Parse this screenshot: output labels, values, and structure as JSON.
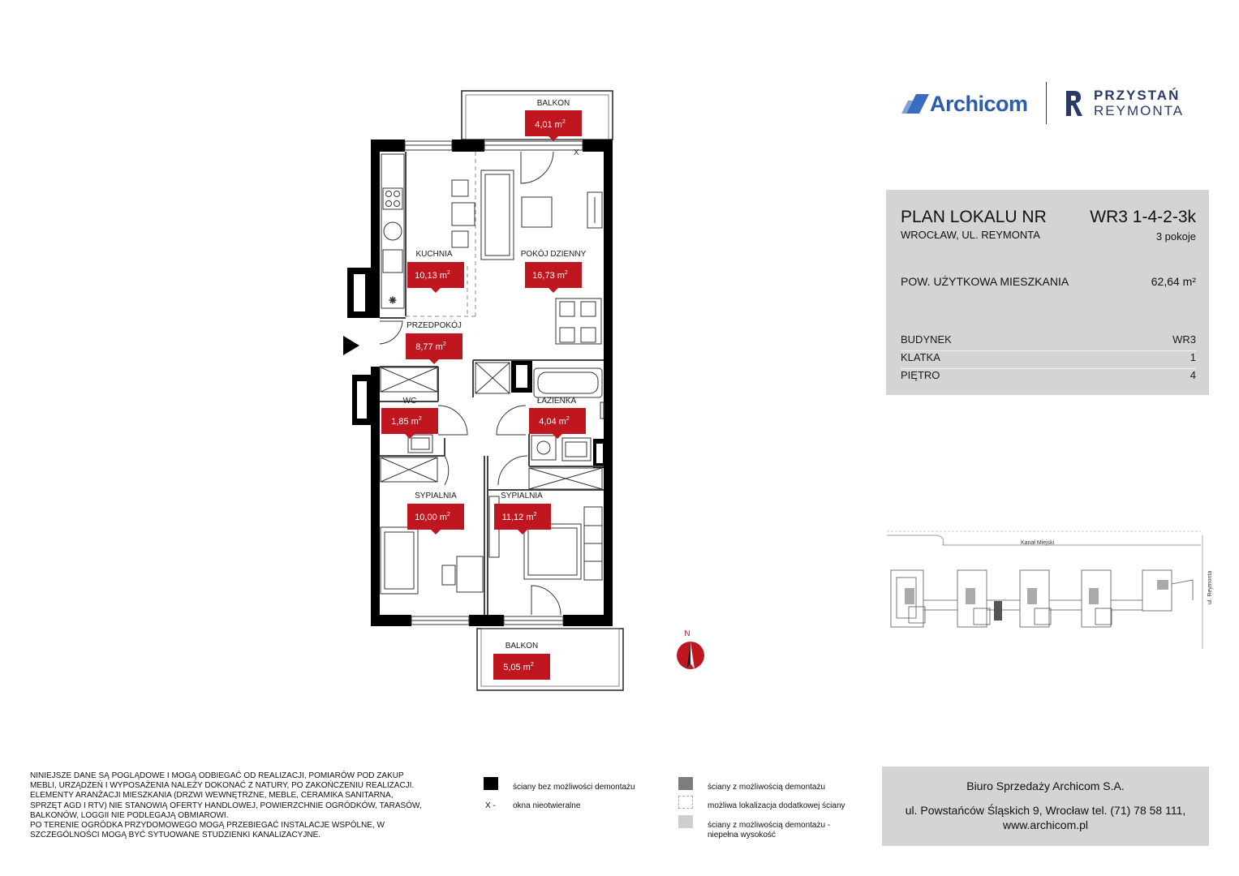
{
  "brand": {
    "company": "Archicom",
    "project_line1": "PRZYSTAŃ",
    "project_line2": "REYMONTA"
  },
  "plan": {
    "title": "PLAN LOKALU NR",
    "unit_no": "WR3 1-4-2-3k",
    "address": "WROCŁAW, UL. REYMONTA",
    "rooms_count": "3 pokoje",
    "usable_area_label": "POW. UŻYTKOWA MIESZKANIA",
    "usable_area_value": "62,64 m²",
    "building_label": "BUDYNEK",
    "building_value": "WR3",
    "stair_label": "KLATKA",
    "stair_value": "1",
    "floor_label": "PIĘTRO",
    "floor_value": "4"
  },
  "rooms": [
    {
      "name": "BALKON",
      "area": "4,01 m",
      "sup": "2"
    },
    {
      "name": "KUCHNIA",
      "area": "10,13 m",
      "sup": "2"
    },
    {
      "name": "POKÓJ DZIENNY",
      "area": "16,73 m",
      "sup": "2"
    },
    {
      "name": "PRZEDPOKÓJ",
      "area": "8,77 m",
      "sup": "2"
    },
    {
      "name": "WC",
      "area": "1,85 m",
      "sup": "2"
    },
    {
      "name": "ŁAZIENKA",
      "area": "4,04 m",
      "sup": "2"
    },
    {
      "name": "SYPIALNIA",
      "area": "10,00 m",
      "sup": "2"
    },
    {
      "name": "SYPIALNIA",
      "area": "11,12 m",
      "sup": "2"
    },
    {
      "name": "BALKON",
      "area": "5,05 m",
      "sup": "2"
    }
  ],
  "window_mark": "X",
  "compass": "N",
  "site_map": {
    "canal": "Kanał Miejski",
    "street": "ul. Reymonta"
  },
  "disclaimer": [
    "NINIEJSZE DANE SĄ POGLĄDOWE I MOGĄ ODBIEGAĆ OD REALIZACJI, POMIARÓW POD ZAKUP",
    "MEBLI, URZĄDZEŃ I WYPOSAŻENIA NALEŻY DOKONAĆ Z NATURY, PO ZAKOŃCZENIU REALIZACJI.",
    "ELEMENTY ARANŻACJI MIESZKANIA (DRZWI WEWNĘTRZNE, MEBLE, CERAMIKA SANITARNA,",
    "SPRZĘT AGD I RTV) NIE STANOWIĄ OFERTY HANDLOWEJ, POWIERZCHNIE OGRÓDKÓW, TARASÓW,",
    "BALKONÓW, LOGGII NIE PODLEGAJĄ OBMIAROWI.",
    "PO TERENIE OGRÓDKA PRZYDOMOWEGO MOGĄ PRZEBIEGAĆ INSTALACJE WSPÓLNE, W",
    "SZCZEGÓLNOŚCI MOGĄ BYĆ SYTUOWANE STUDZIENKI KANALIZACYJNE."
  ],
  "legend": {
    "solid_wall": "ściany bez możliwości demontażu",
    "window_prefix": "X -",
    "window_fixed": "okna nieotwieralne",
    "removable_wall": "ściany z możliwością demontażu",
    "possible_wall": "możliwa lokalizacja dodatkowej ściany",
    "partial_wall_1": "ściany z możliwością demontażu -",
    "partial_wall_2": "niepełna wysokość"
  },
  "sales": {
    "name": "Biuro Sprzedaży Archicom S.A.",
    "address": "ul. Powstańców Śląskich 9, Wrocław  tel. (71) 78 58 111,",
    "web": "www.archicom.pl"
  },
  "colors": {
    "accent_red": "#c0161f",
    "panel_gray": "#d4d4d4",
    "brand_blue": "#2a5db0",
    "wall": "#000000"
  }
}
